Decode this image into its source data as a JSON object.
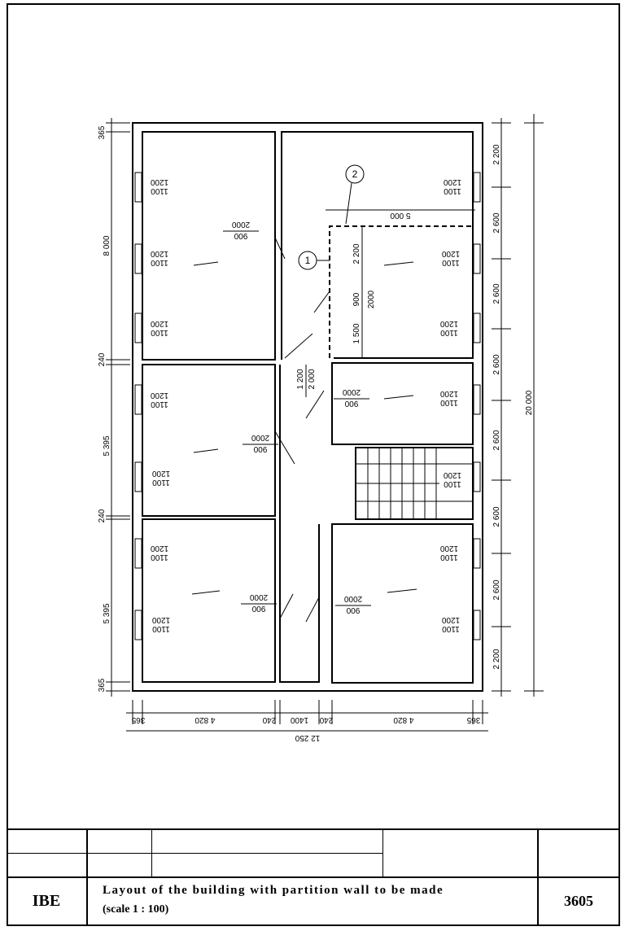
{
  "plan": {
    "window_sizes": [
      "1100",
      "1200"
    ],
    "door_sizes": [
      "900",
      "2000"
    ],
    "left_dims": [
      "365",
      "8 000",
      "240",
      "5 395",
      "240",
      "5 395",
      "365"
    ],
    "right_dims": [
      "2 200",
      "2 600",
      "2 600",
      "2 600",
      "2 600",
      "2 600",
      "2 600",
      "2 200"
    ],
    "overall_height": "20 000",
    "bottom_dims": [
      "365",
      "4 820",
      "240",
      "1400",
      "240",
      "4 820",
      "365"
    ],
    "overall_width": "12 250",
    "partition": {
      "length": "5 000",
      "segments": [
        "2 200",
        "900",
        "1 500"
      ],
      "opening_height": "2000",
      "corridor_door": [
        "1 200",
        "2 000"
      ]
    },
    "callouts": [
      "1",
      "2"
    ]
  },
  "titleblock": {
    "org": "IBE",
    "title": "Layout of the building with partition wall to be made",
    "scale": "(scale 1 : 100)",
    "number": "3605"
  }
}
